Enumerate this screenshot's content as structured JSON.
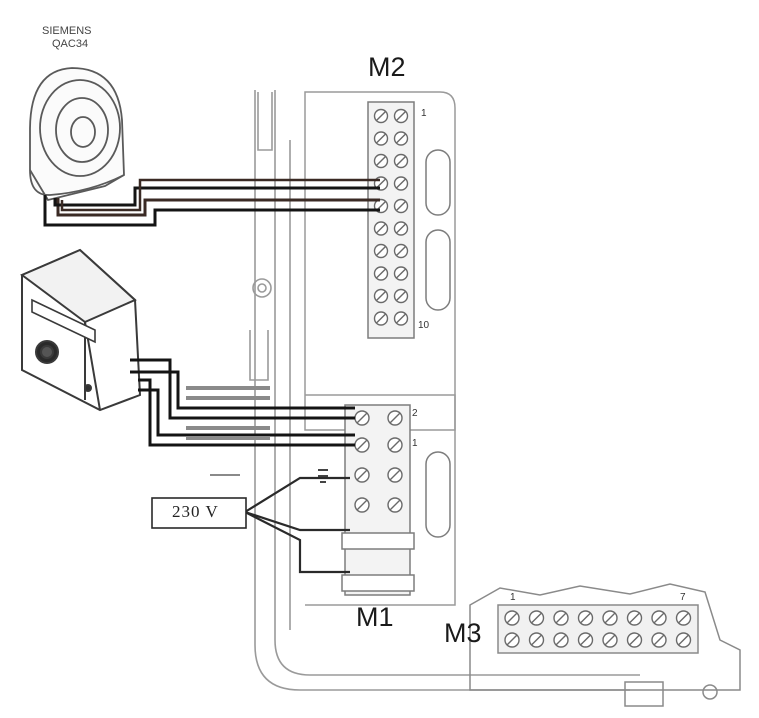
{
  "sensor": {
    "brand": "SIEMENS",
    "model": "QAC34"
  },
  "terminals": {
    "m1": "M1",
    "m2": "M2",
    "m3": "M3",
    "m2_first": "1",
    "m2_last": "10",
    "m1_top": "2",
    "m1_bottom": "1",
    "m3_first": "1",
    "m3_last": "7"
  },
  "supply": {
    "voltage": "230 V"
  },
  "colors": {
    "wire": "#141414",
    "wire_alt": "#3a2a24",
    "line": "#7d7d7d",
    "frame": "#9a9a9a"
  }
}
